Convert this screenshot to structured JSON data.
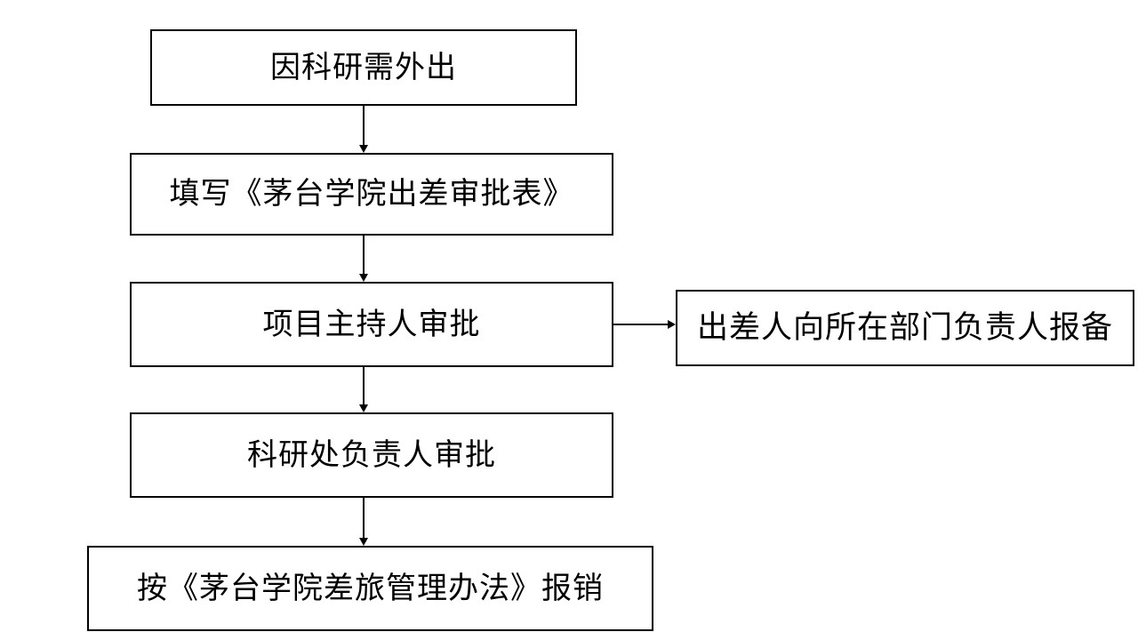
{
  "flowchart": {
    "background_color": "#ffffff",
    "box_border_color": "#000000",
    "text_color": "#000000",
    "nodes": [
      {
        "id": "start",
        "label": "因科研需外出"
      },
      {
        "id": "fill-form",
        "label": "填写《茅台学院出差审批表》"
      },
      {
        "id": "leader-approval",
        "label": "项目主持人审批"
      },
      {
        "id": "office-approval",
        "label": "科研处负责人审批"
      },
      {
        "id": "reimburse",
        "label": "按《茅台学院差旅管理办法》报销"
      },
      {
        "id": "report",
        "label": "出差人向所在部门负责人报备"
      }
    ],
    "edges": [
      {
        "from": "start",
        "to": "fill-form",
        "direction": "down"
      },
      {
        "from": "fill-form",
        "to": "leader-approval",
        "direction": "down"
      },
      {
        "from": "leader-approval",
        "to": "office-approval",
        "direction": "down"
      },
      {
        "from": "leader-approval",
        "to": "report",
        "direction": "right"
      },
      {
        "from": "office-approval",
        "to": "reimburse",
        "direction": "down"
      }
    ]
  }
}
